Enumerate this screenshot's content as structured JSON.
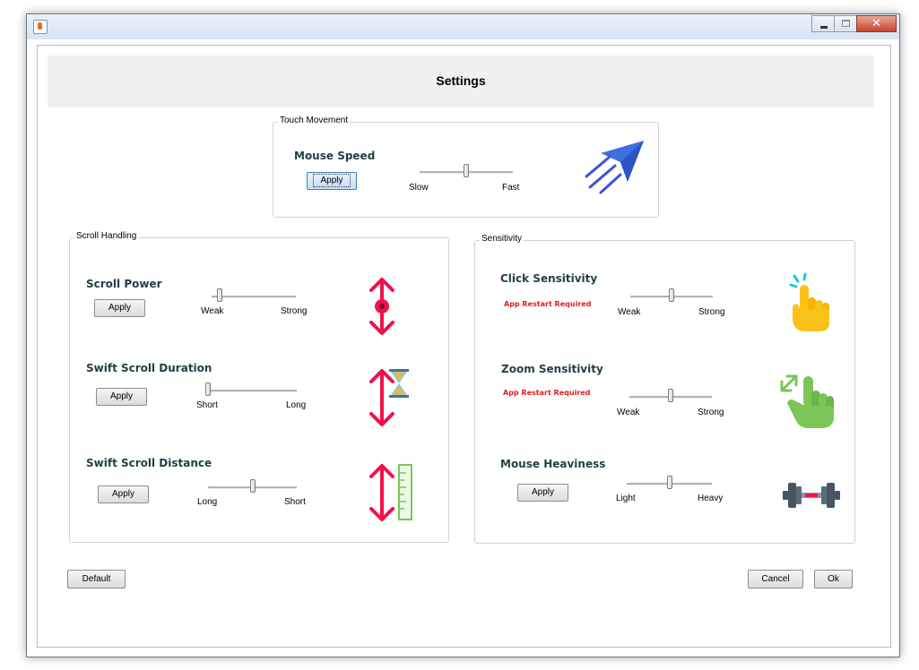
{
  "window": {
    "icon": "java-cup-icon",
    "controls": {
      "minimize": "minimize-icon",
      "maximize": "maximize-icon",
      "close": "close-icon",
      "close_glyph": "✕"
    }
  },
  "header": {
    "title": "Settings"
  },
  "touch_movement": {
    "label": "Touch Movement",
    "mouse_speed": {
      "title": "Mouse Speed",
      "apply_label": "Apply",
      "min_label": "Slow",
      "max_label": "Fast",
      "value": 0.5,
      "icon": "paper-plane-icon"
    }
  },
  "scroll_handling": {
    "label": "Scroll Handling",
    "items": [
      {
        "title": "Scroll Power",
        "apply_label": "Apply",
        "min_label": "Weak",
        "max_label": "Strong",
        "value": 0.1,
        "icon": "vertical-arrows-target-icon"
      },
      {
        "title": "Swift Scroll Duration",
        "apply_label": "Apply",
        "min_label": "Short",
        "max_label": "Long",
        "value": 0.0,
        "icon": "arrows-hourglass-icon"
      },
      {
        "title": "Swift Scroll Distance",
        "apply_label": "Apply",
        "min_label": "Long",
        "max_label": "Short",
        "value": 0.5,
        "icon": "arrows-ruler-icon"
      }
    ]
  },
  "sensitivity": {
    "label": "Sensitivity",
    "click": {
      "title": "Click Sensitivity",
      "note": "App Restart Required",
      "min_label": "Weak",
      "max_label": "Strong",
      "value": 0.5,
      "icon": "tap-finger-icon"
    },
    "zoom": {
      "title": "Zoom Sensitivity",
      "note": "App Restart Required",
      "min_label": "Weak",
      "max_label": "Strong",
      "value": 0.5,
      "icon": "zoom-hand-icon"
    },
    "heaviness": {
      "title": "Mouse Heaviness",
      "apply_label": "Apply",
      "min_label": "Light",
      "max_label": "Heavy",
      "value": 0.5,
      "icon": "dumbbell-icon"
    }
  },
  "footer": {
    "default_label": "Default",
    "cancel_label": "Cancel",
    "ok_label": "Ok"
  },
  "colors": {
    "accent_red": "#e31b1b",
    "arrow_pink": "#f0124a",
    "plane_blue": "#3d6fe0",
    "finger_yellow": "#f9c21b",
    "hand_green": "#7cc657"
  }
}
